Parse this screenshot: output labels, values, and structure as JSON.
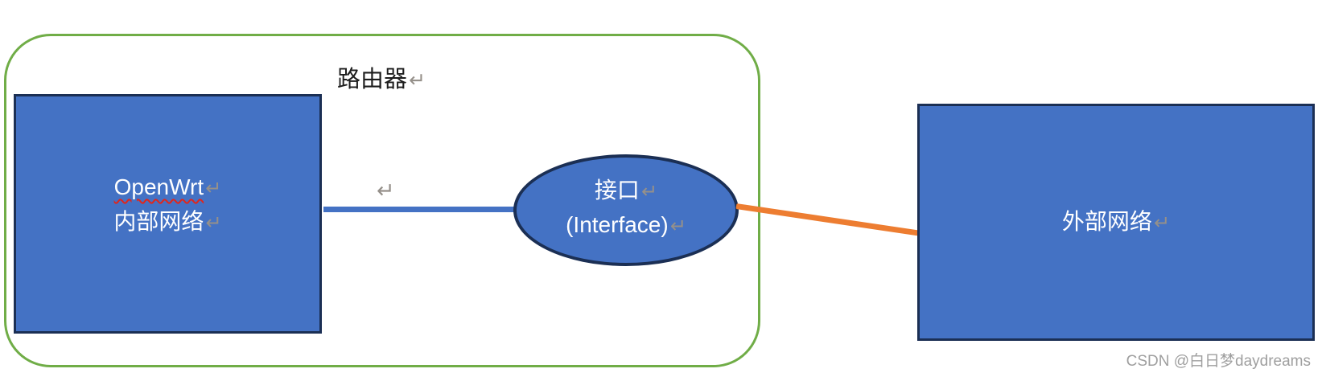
{
  "colors": {
    "shape_fill": "#4472C4",
    "shape_border": "#1b2f54",
    "shape_text": "#ffffff",
    "group_border": "#70AD47",
    "lan_link": "#4472C4",
    "wan_link": "#ED7D31",
    "return_mark": "#95908a",
    "label_text": "#1d1d1d",
    "spellcheck_underline": "#e0261c",
    "watermark_text": "#9f9f9f"
  },
  "diagram": {
    "router_group": {
      "label": "路由器",
      "return_mark": "↵"
    },
    "internal_network": {
      "title": "OpenWrt",
      "subtitle": "内部网络",
      "return_mark": "↵"
    },
    "interface_node": {
      "title": "接口",
      "subtitle": "(Interface)",
      "return_mark": "↵"
    },
    "external_network": {
      "label": "外部网络",
      "return_mark": "↵"
    },
    "floating_return_mark": "↵"
  },
  "watermark": {
    "text": "CSDN @白日梦daydreams"
  }
}
